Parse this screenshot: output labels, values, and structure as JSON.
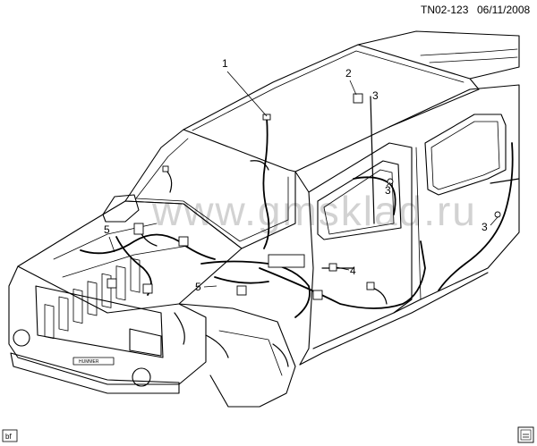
{
  "header": {
    "diagram_id": "TN02-123",
    "date": "06/11/2008"
  },
  "watermark": {
    "text": "www.gmsklad.ru"
  },
  "grille_badge": {
    "text": "HUMMER"
  },
  "footer": {
    "tag_left": "bf"
  },
  "callouts": [
    {
      "number": "1"
    },
    {
      "number": "2"
    },
    {
      "number": "3"
    },
    {
      "number": "3"
    },
    {
      "number": "3"
    },
    {
      "number": "4"
    },
    {
      "number": "5"
    },
    {
      "number": "5"
    }
  ]
}
